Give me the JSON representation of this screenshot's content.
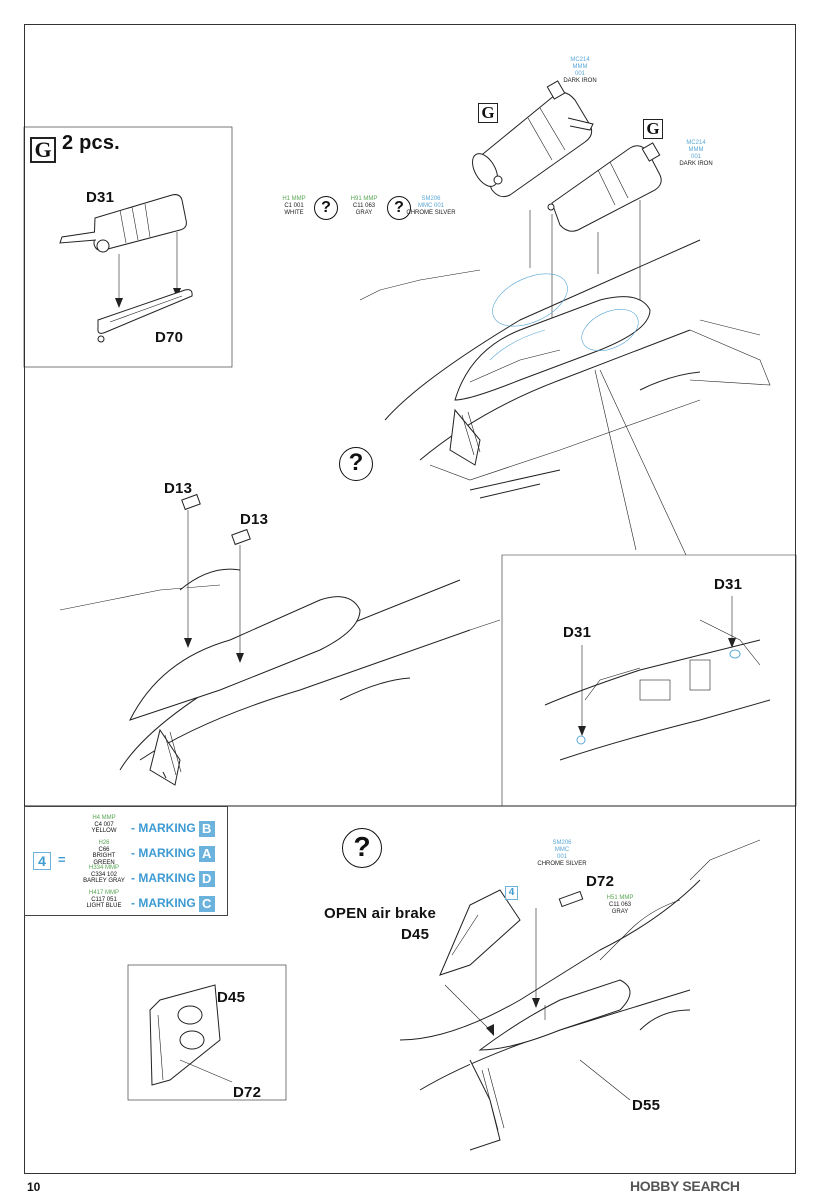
{
  "page_number": "10",
  "watermark": "HOBBY SEARCH",
  "step_g": {
    "badge": "G",
    "qty": "2 pcs.",
    "parts": {
      "top": "D31",
      "bottom": "D70"
    }
  },
  "top_assembly": {
    "paints_left": [
      {
        "codes_top": "H1  MMP",
        "codes_bot": "C1   001",
        "name": "WHITE"
      },
      {
        "codes_top": "H91 MMP",
        "codes_bot": "C11  063",
        "name": "GRAY"
      },
      {
        "codes_top": "SM206",
        "codes_bot": "MMC 001",
        "name": "CHROME SILVER"
      }
    ],
    "engine1": {
      "badge": "G",
      "paint_codes": [
        "MC214",
        "MMM",
        "001"
      ],
      "paint_name": "DARK IRON"
    },
    "engine2": {
      "badge": "G",
      "paint_codes": [
        "MC214",
        "MMM",
        "001"
      ],
      "paint_name": "DARK IRON"
    }
  },
  "question_mark": "?",
  "mid_assembly": {
    "part_a": "D13",
    "part_b": "D13"
  },
  "detail_view": {
    "part_a": "D31",
    "part_b": "D31"
  },
  "color_key": {
    "step": "4",
    "eq": "=",
    "rows": [
      {
        "codes_top": "H4  MMP",
        "codes_bot": "C4   007",
        "name": "YELLOW",
        "label": "MARKING",
        "letter": "B"
      },
      {
        "codes_top": "H26",
        "codes_bot": "C66",
        "name": "BRIGHT GREEN",
        "label": "MARKING",
        "letter": "A"
      },
      {
        "codes_top": "H334 MMP",
        "codes_bot": "C334  102",
        "name": "BARLEY GRAY",
        "label": "MARKING",
        "letter": "D"
      },
      {
        "codes_top": "H417 MMP",
        "codes_bot": "C117  051",
        "name": "LIGHT BLUE",
        "label": "MARKING",
        "letter": "C"
      }
    ]
  },
  "bottom_assembly": {
    "chrome_codes": [
      "SM206",
      "MMC",
      "001"
    ],
    "chrome_name": "CHROME SILVER",
    "step": "4",
    "part_d72": "D72",
    "gray_codes_top": "H51 MMP",
    "gray_codes_bot": "C11  063",
    "gray_name": "GRAY",
    "caption": "OPEN air brake",
    "part_d45": "D45",
    "part_d55": "D55"
  },
  "inset_brake": {
    "part_a": "D45",
    "part_b": "D72"
  }
}
